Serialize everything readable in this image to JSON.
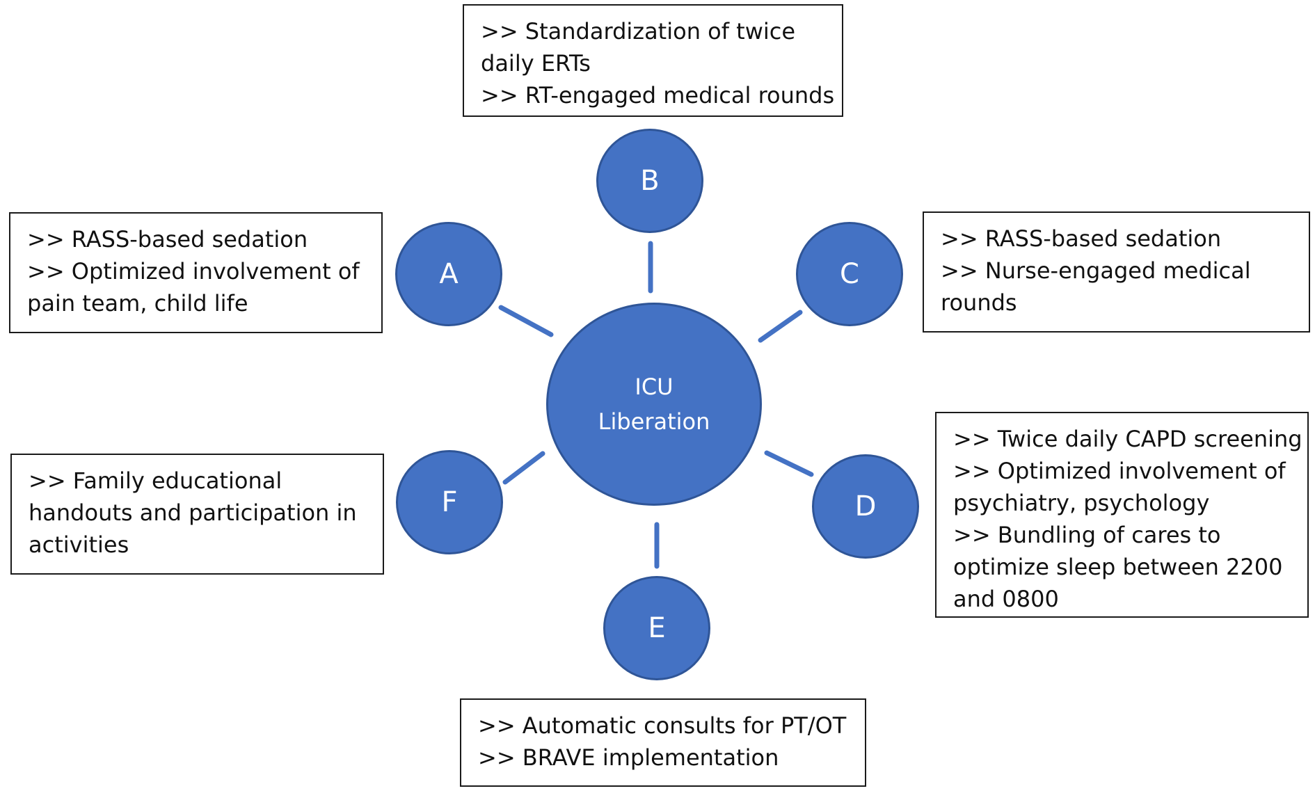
{
  "center": {
    "line1": "ICU",
    "line2": "Liberation"
  },
  "nodes": [
    {
      "id": "A",
      "label": "A"
    },
    {
      "id": "B",
      "label": "B"
    },
    {
      "id": "C",
      "label": "C"
    },
    {
      "id": "D",
      "label": "D"
    },
    {
      "id": "E",
      "label": "E"
    },
    {
      "id": "F",
      "label": "F"
    }
  ],
  "boxes": {
    "B": [
      ">> Standardization of twice",
      "daily ERTs",
      ">> RT-engaged medical rounds"
    ],
    "A": [
      ">> RASS-based sedation",
      ">> Optimized involvement of",
      "pain team, child life"
    ],
    "C": [
      ">> RASS-based sedation",
      ">> Nurse-engaged medical",
      "rounds"
    ],
    "D": [
      ">> Twice daily CAPD screening",
      ">> Optimized involvement of",
      "psychiatry, psychology",
      ">> Bundling of cares to",
      "optimize sleep between 2200",
      "and 0800"
    ],
    "E": [
      ">> Automatic consults for PT/OT",
      ">> BRAVE implementation"
    ],
    "F": [
      ">> Family educational",
      "handouts and participation in",
      "activities"
    ]
  },
  "colors": {
    "node_fill": "#4472c4",
    "node_border": "#2f5597",
    "connector": "#4472c4",
    "box_border": "#1a1a1a"
  }
}
